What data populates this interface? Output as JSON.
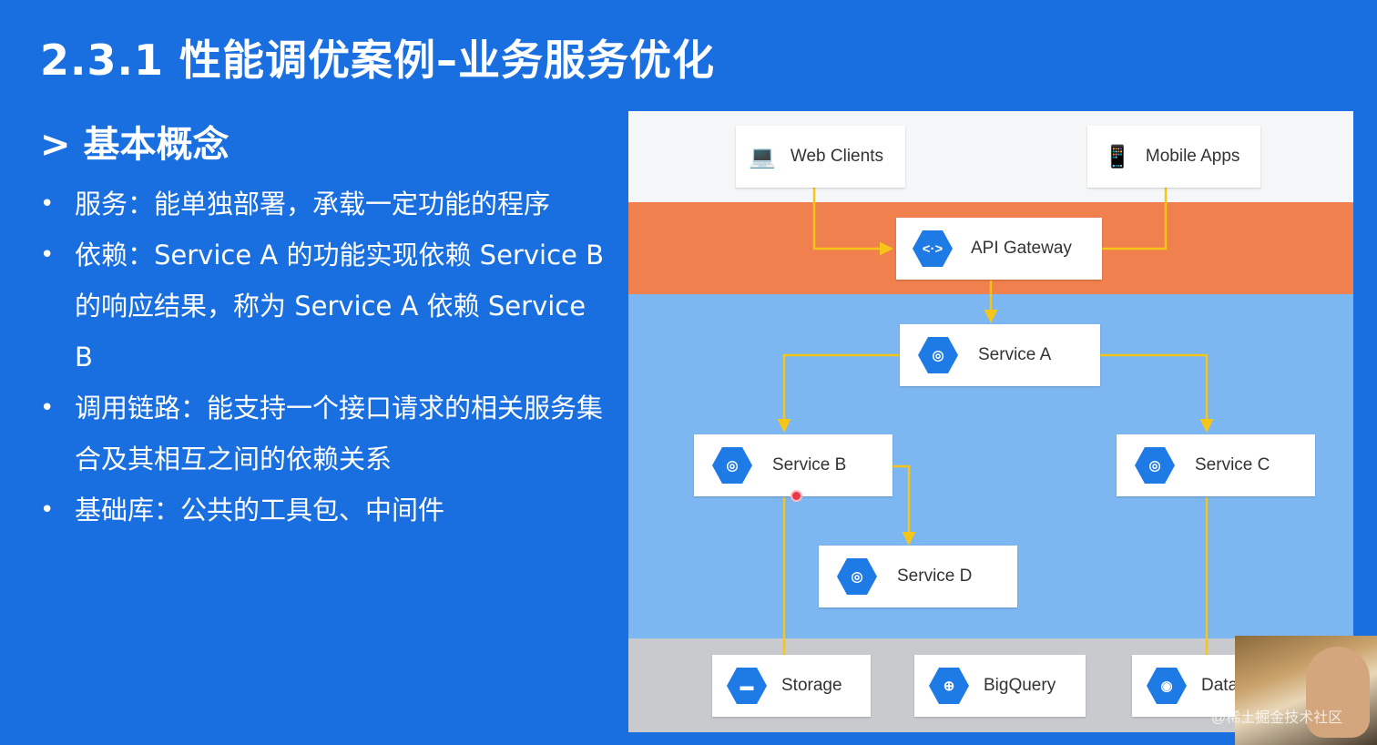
{
  "slide": {
    "title": "2.3.1 性能调优案例–业务服务优化",
    "section_heading": "> 基本概念",
    "bullet_symbol": "•",
    "bullets": [
      "服务：能单独部署，承载一定功能的程序",
      "依赖：Service A 的功能实现依赖 Service B 的响应结果，称为 Service A 依赖 Service B",
      "调用链路：能支持一个接口请求的相关服务集合及其相互之间的依赖关系",
      "基础库：公共的工具包、中间件"
    ]
  },
  "diagram": {
    "clients": {
      "web": "Web Clients",
      "mobile": "Mobile Apps",
      "web_icon": "laptop-icon",
      "mobile_icon": "phone-icon"
    },
    "gateway": {
      "label": "API Gateway",
      "icon_glyph": "<·>"
    },
    "services": {
      "a": "Service A",
      "b": "Service B",
      "c": "Service C",
      "d": "Service D",
      "icon_glyph": "◎"
    },
    "storage": {
      "storage": "Storage",
      "bigquery": "BigQuery",
      "data": "Data"
    },
    "colors": {
      "clients_band": "#f5f6f8",
      "gateway_band": "#f0804d",
      "services_band": "#7db7f2",
      "storage_band": "#c9cacd",
      "arrow": "#f5c518",
      "hex_icon": "#1e7be6"
    }
  },
  "overlay": {
    "watermark": "@稀土掘金技术社区"
  }
}
